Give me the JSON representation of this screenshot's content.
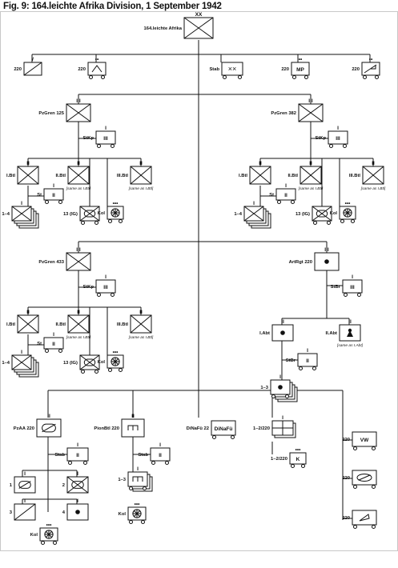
{
  "page_title": "Fig. 9: 164.leichte Afrika Division, 1 September 1942",
  "units": {
    "div": {
      "label": "164.leichte Afrika",
      "echelon": "XX"
    },
    "top_220a": {
      "label": "220",
      "echelon": "/"
    },
    "top_220b": {
      "label": "220",
      "echelon": "••"
    },
    "stab": {
      "label": "Stab",
      "echelon": ""
    },
    "mp": {
      "label": "220",
      "echelon": "••",
      "inner": "MP"
    },
    "top_220e": {
      "label": "220",
      "echelon": "••"
    },
    "pzg125": {
      "label": "PzGren 125",
      "echelon": "III"
    },
    "pzg125_stkp": {
      "label": "StKp",
      "echelon": "I",
      "inner": "III"
    },
    "pzg125_b1": {
      "label": "I.Btl",
      "echelon": "II"
    },
    "pzg125_b2": {
      "label": "II.Btl",
      "echelon": "II",
      "note": "[same as I.Btl]"
    },
    "pzg125_b3": {
      "label": "III.Btl",
      "echelon": "II",
      "note": "[same as I.Btl]"
    },
    "pzg125_st": {
      "label": "St",
      "echelon": "I",
      "inner": "II"
    },
    "pzg125_14": {
      "label": "1–4",
      "echelon": "I"
    },
    "pzg125_13": {
      "label": "13 (IG)",
      "echelon": "I"
    },
    "pzg125_kol": {
      "label": "Kol",
      "echelon": "•••"
    },
    "pzg382": {
      "label": "PzGren 382",
      "echelon": "III"
    },
    "pzg382_stkp": {
      "label": "StKp",
      "echelon": "I",
      "inner": "III"
    },
    "pzg382_b1": {
      "label": "I.Btl",
      "echelon": "II"
    },
    "pzg382_b2": {
      "label": "II.Btl",
      "echelon": "II",
      "note": "[same as I.Btl]"
    },
    "pzg382_b3": {
      "label": "III.Btl",
      "echelon": "II",
      "note": "[same as I.Btl]"
    },
    "pzg382_st": {
      "label": "St",
      "echelon": "I",
      "inner": "II"
    },
    "pzg382_14": {
      "label": "1–4",
      "echelon": "I"
    },
    "pzg382_13": {
      "label": "13 (IG)",
      "echelon": "I"
    },
    "pzg382_kol": {
      "label": "Kol",
      "echelon": "•••"
    },
    "pzg433": {
      "label": "PzGren 433",
      "echelon": "III"
    },
    "pzg433_stkp": {
      "label": "StKp",
      "echelon": "I",
      "inner": "III"
    },
    "pzg433_b1": {
      "label": "I.Btl",
      "echelon": "II"
    },
    "pzg433_b2": {
      "label": "II.Btl",
      "echelon": "II",
      "note": "[same as I.Btl]"
    },
    "pzg433_b3": {
      "label": "III.Btl",
      "echelon": "II",
      "note": "[same as I.Btl]"
    },
    "pzg433_st": {
      "label": "St",
      "echelon": "I",
      "inner": "II"
    },
    "pzg433_14": {
      "label": "1–4",
      "echelon": "I"
    },
    "pzg433_13": {
      "label": "13 (IG)",
      "echelon": "I"
    },
    "pzg433_kol": {
      "label": "Kol",
      "echelon": "•••"
    },
    "artrgt": {
      "label": "ArtRgt 220",
      "echelon": "III"
    },
    "art_stbr": {
      "label": "StBr",
      "echelon": "I",
      "inner": "III"
    },
    "art_abt1": {
      "label": "I.Abt",
      "echelon": "II"
    },
    "art_abt2": {
      "label": "II.Abt",
      "echelon": "II",
      "note": "[same as I.Abt]"
    },
    "art_stbr2": {
      "label": "StBr",
      "echelon": "I",
      "inner": "II"
    },
    "art_13": {
      "label": "1–3",
      "echelon": "I"
    },
    "pzaa": {
      "label": "PzAA 220",
      "echelon": "II"
    },
    "pzaa_stab": {
      "label": "Stab",
      "echelon": "I",
      "inner": "II"
    },
    "pzaa_1": {
      "label": "1",
      "echelon": "I"
    },
    "pzaa_2": {
      "label": "2",
      "echelon": "I"
    },
    "pzaa_3": {
      "label": "3",
      "echelon": "I"
    },
    "pzaa_4": {
      "label": "4",
      "echelon": "I"
    },
    "pzaa_kol": {
      "label": "Kol",
      "echelon": "•••"
    },
    "pion": {
      "label": "PionBtl 220",
      "echelon": "II"
    },
    "pion_stab": {
      "label": "Stab",
      "echelon": "I",
      "inner": "II"
    },
    "pion_13": {
      "label": "1–3",
      "echelon": "I"
    },
    "pion_kol": {
      "label": "Kol",
      "echelon": "•••"
    },
    "dinafu": {
      "label": "DiNaFü 22",
      "echelon": "",
      "inner": "DiNaFü"
    },
    "sig": {
      "label": "1–2/220",
      "echelon": "I"
    },
    "sigk": {
      "label": "1–2/220",
      "echelon": "•••",
      "inner": "K"
    },
    "vw": {
      "label": "220",
      "echelon": "",
      "inner": "VW"
    },
    "r220b": {
      "label": "220",
      "echelon": ""
    },
    "r220c": {
      "label": "220",
      "echelon": ""
    }
  }
}
